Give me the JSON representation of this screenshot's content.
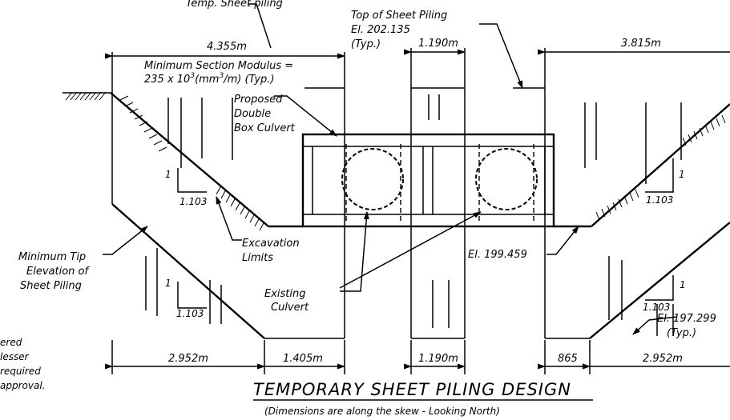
{
  "labels": {
    "temp_sheet_piling": "Temp. Sheet piling",
    "top_of_sheet_piling": "Top of Sheet Piling",
    "top_el": "El. 202.135",
    "top_typ": "(Typ.)",
    "dim_left_top": "4.355m",
    "dim_center_top": "1.190m",
    "dim_right_top": "3.815m",
    "min_section_modulus": "Minimum Section Modulus =",
    "section_value_main": "235 x 10",
    "section_value_exp": "3",
    "section_value_unit_a": "(mm",
    "section_value_unit_exp": "3",
    "section_value_unit_b": "/m) (Typ.)",
    "proposed": "Proposed",
    "double": "Double",
    "box_culvert": "Box Culvert",
    "slope_one_a": "1",
    "slope_ratio_a": "1.103",
    "slope_one_b": "1",
    "slope_ratio_b": "1.103",
    "slope_one_c": "1",
    "slope_ratio_c": "1.103",
    "slope_one_d": "1",
    "slope_ratio_d": "1.103",
    "excavation": "Excavation",
    "limits": "Limits",
    "min_tip_1": "Minimum Tip",
    "min_tip_2": "Elevation of",
    "min_tip_3": "Sheet Piling",
    "existing": "Existing",
    "culvert": "Culvert",
    "el_bottom": "El. 199.459",
    "el_right": "El. 197.299",
    "right_typ": "(Typ.)",
    "note_1": "ered",
    "note_2": "lesser",
    "note_3": "required",
    "note_4": "approval.",
    "dim_b1": "2.952m",
    "dim_b2": "1.405m",
    "dim_b3": "1.190m",
    "dim_b4": "865",
    "dim_b5": "2.952m",
    "title": "TEMPORARY SHEET PILING DESIGN",
    "subtitle": "(Dimensions are along the skew - Looking North)"
  }
}
